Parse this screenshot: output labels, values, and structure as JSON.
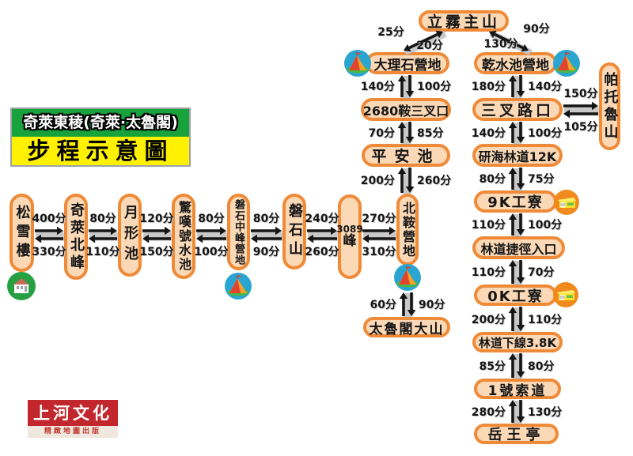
{
  "title": {
    "line1": "奇萊東稜(奇萊·太魯閣)",
    "line2": "步程示意圖"
  },
  "logo": {
    "name": "上河文化",
    "tagline": "精緻地圖出版"
  },
  "nodes": {
    "liwu": "立霧主山",
    "dalishi": "大理石營地",
    "ganshuichi": "乾水池營地",
    "saddle2680": "2680鞍三叉口",
    "sancha": "三叉路口",
    "pinganchi": "平安池",
    "yanhai12k": "研海林道12K",
    "hut9k": "9K工寮",
    "shortcut": "林道捷徑入口",
    "hut0k": "0K工寮",
    "lower38k": "林道下線3.8K",
    "cable1": "1號索道",
    "yuewangting": "岳王亭",
    "taroko": "太魯閣大山",
    "songxuelou": "松雪樓",
    "qilaibei": "奇萊北峰",
    "yuexingchi": "月形池",
    "jingtanhao": "驚嘆號水池",
    "panshizhong": "磐石中峰營地",
    "panshishan": "磐石山",
    "peak3089": {
      "num": "3089",
      "char": "峰"
    },
    "beian": "北鞍營地",
    "patoulu": "帕托魯山"
  },
  "edges": {
    "liwu_dalishi": {
      "a": "25分",
      "b": "20分"
    },
    "liwu_gan": {
      "a": "130分",
      "b": "90分"
    },
    "dalishi_saddle": {
      "a": "140分",
      "b": "100分"
    },
    "saddle_pingan": {
      "a": "70分",
      "b": "85分"
    },
    "pingan_beian": {
      "a": "200分",
      "b": "260分"
    },
    "beian_taroko": {
      "a": "60分",
      "b": "90分"
    },
    "gan_sancha": {
      "a": "180分",
      "b": "140分"
    },
    "sancha_yanhai": {
      "a": "140分",
      "b": "100分"
    },
    "yanhai_9k": {
      "a": "80分",
      "b": "75分"
    },
    "e9k_shortcut": {
      "a": "110分",
      "b": "100分"
    },
    "shortcut_0k": {
      "a": "110分",
      "b": "70分"
    },
    "e0k_lower": {
      "a": "200分",
      "b": "110分"
    },
    "lower_cable": {
      "a": "85分",
      "b": "80分"
    },
    "cable_yue": {
      "a": "280分",
      "b": "130分"
    },
    "sancha_patoulu": {
      "a": "150分",
      "b": "105分"
    },
    "song_qilai": {
      "a": "400分",
      "b": "330分"
    },
    "qilai_yuexing": {
      "a": "80分",
      "b": "110分"
    },
    "yuexing_jingtan": {
      "a": "120分",
      "b": "150分"
    },
    "jingtan_panzhong": {
      "a": "80分",
      "b": "100分"
    },
    "panzhong_panshan": {
      "a": "80分",
      "b": "90分"
    },
    "panshan_3089": {
      "a": "240分",
      "b": "260分"
    },
    "e3089_beian": {
      "a": "270分",
      "b": "310分"
    }
  },
  "icons": {
    "campsite": "tent-icon",
    "lodge": "house-icon",
    "workhut": "hut-icon"
  },
  "colors": {
    "node_fill": "#FBD9B6",
    "node_border": "#EF8A38",
    "arrow": "#151515",
    "title_green": "#17A23C",
    "title_yellow": "#FFF100",
    "logo_red": "#C1272D",
    "tent_circle_blue": "#2AA5D2",
    "lodge_circle_green": "#27A044",
    "hut_circle_orange": "#F08A1D"
  }
}
